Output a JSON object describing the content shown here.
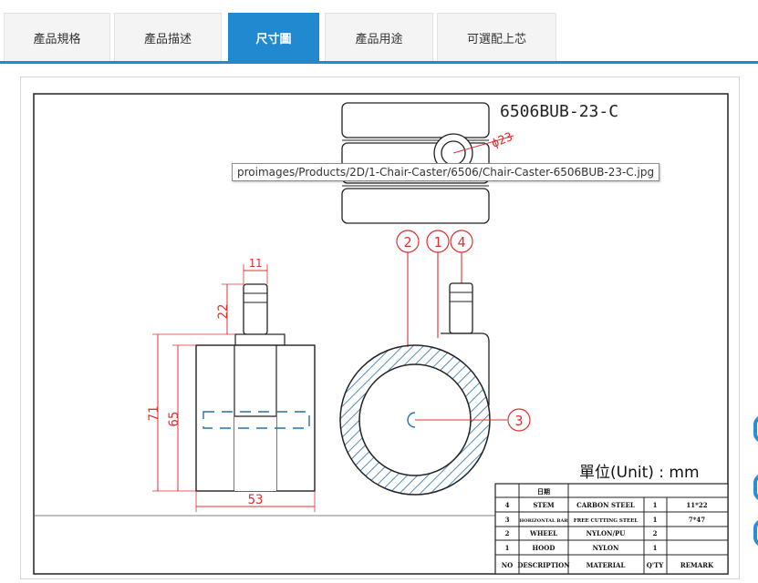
{
  "tabs": [
    {
      "label": "產品規格",
      "active": false
    },
    {
      "label": "產品描述",
      "active": false
    },
    {
      "label": "尺寸圖",
      "active": true
    },
    {
      "label": "產品用途",
      "active": false
    },
    {
      "label": "可選配上芯",
      "active": false
    }
  ],
  "colors": {
    "accent": "#2189cf",
    "dimension_red": "#e03030",
    "hatch_blue": "#2a6fa8"
  },
  "drawing": {
    "model": "6506BUB-23-C",
    "diameter_label": "ϕ23",
    "dimensions": {
      "stem_width": "11",
      "stem_height": "22",
      "overall_height": "71",
      "wheel_height": "65",
      "overall_width": "53"
    },
    "balloons": [
      "2",
      "1",
      "4",
      "3"
    ],
    "unit_label": "單位(Unit) : mm"
  },
  "tooltip": "proimages/Products/2D/1-Chair-Caster/6506/Chair-Caster-6506BUB-23-C.jpg",
  "bom": {
    "top_label": "日期",
    "rows": [
      {
        "no": "4",
        "description": "STEM",
        "material": "CARBON STEEL",
        "qty": "1",
        "remark": "11*22"
      },
      {
        "no": "3",
        "description": "HORIZONTAL BAR",
        "material": "FREE CUTTING STEEL",
        "qty": "1",
        "remark": "7*47"
      },
      {
        "no": "2",
        "description": "WHEEL",
        "material": "NYLON/PU",
        "qty": "2",
        "remark": ""
      },
      {
        "no": "1",
        "description": "HOOD",
        "material": "NYLON",
        "qty": "1",
        "remark": ""
      }
    ],
    "header": {
      "no": "NO",
      "description": "DESCRIPTION",
      "material": "MATERIAL",
      "qty": "Q'TY",
      "remark": "REMARK"
    }
  }
}
